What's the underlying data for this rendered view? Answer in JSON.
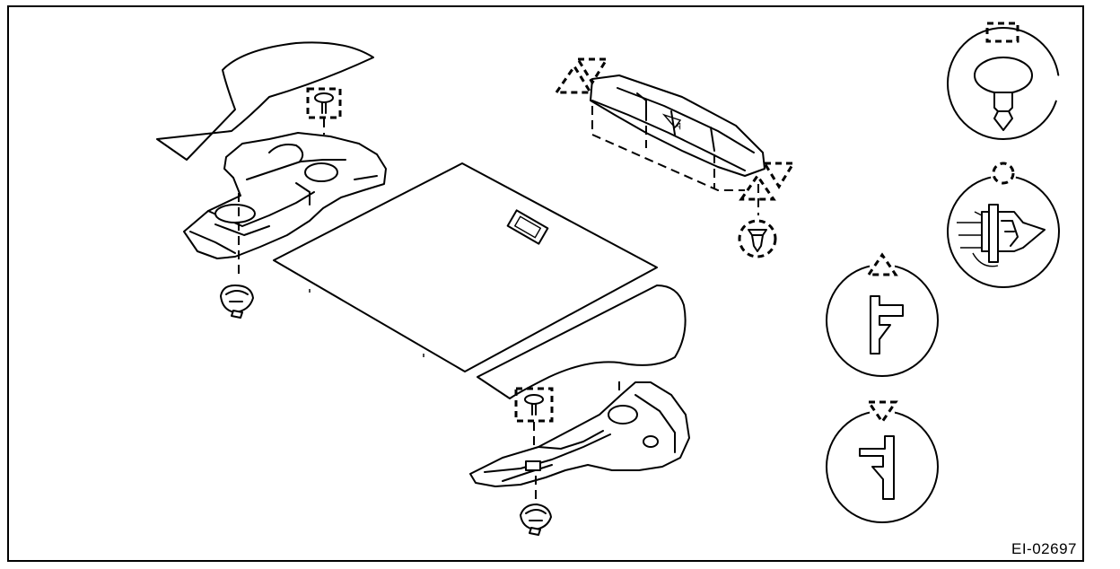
{
  "figure": {
    "code": "EI-02697"
  },
  "legend": [
    {
      "marker": "square",
      "icon": "push-clip-icon"
    },
    {
      "marker": "circle",
      "icon": "clip-icon"
    },
    {
      "marker": "triangle",
      "icon": "hook-icon"
    },
    {
      "marker": "inverted-triangle",
      "icon": "hook-reverse-icon"
    }
  ]
}
